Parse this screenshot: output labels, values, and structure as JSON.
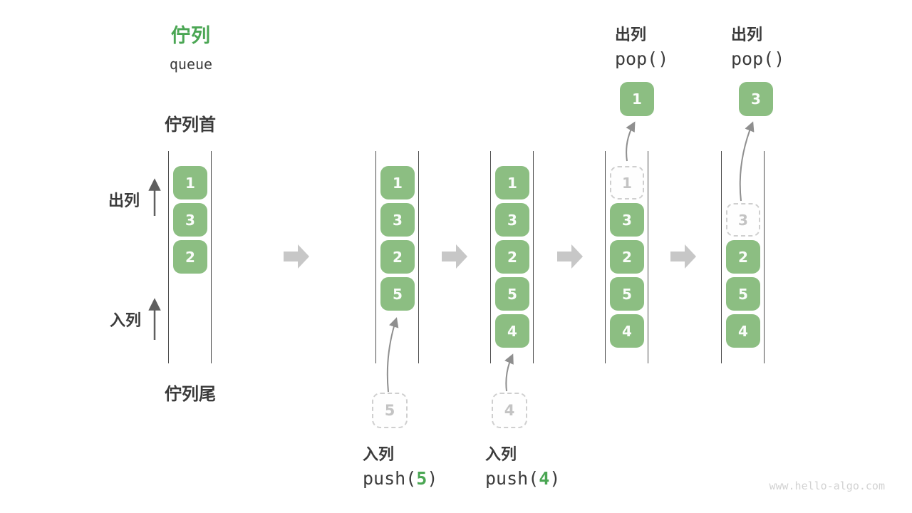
{
  "title": {
    "zh": "佇列",
    "en": "queue"
  },
  "labels": {
    "front": "佇列首",
    "rear": "佇列尾",
    "dequeue": "出列",
    "enqueue": "入列"
  },
  "colors": {
    "accent_green": "#4AA653",
    "cell_green": "#8CBE82",
    "text_dark": "#3B3B3B",
    "rail_line": "#4D4D4D",
    "dashed_border": "#CFCFCF",
    "flow_arrow_gray": "#C7C7C7",
    "thin_arrow_gray": "#8F8F8F"
  },
  "states": [
    {
      "cells": [
        "1",
        "3",
        "2"
      ]
    },
    {
      "cells": [
        "1",
        "3",
        "2",
        "5"
      ]
    },
    {
      "cells": [
        "1",
        "3",
        "2",
        "5",
        "4"
      ]
    },
    {
      "cells": [
        "1",
        "3",
        "2",
        "5",
        "4"
      ]
    },
    {
      "cells": [
        "3",
        "2",
        "5",
        "4"
      ]
    }
  ],
  "ops": [
    {
      "label": "入列",
      "fn": "push(",
      "arg": "5",
      "close": ")",
      "staged": "5"
    },
    {
      "label": "入列",
      "fn": "push(",
      "arg": "4",
      "close": ")",
      "staged": "4"
    },
    {
      "label": "出列",
      "code": "pop()",
      "popped": "1"
    },
    {
      "label": "出列",
      "code": "pop()",
      "popped": "3"
    }
  ],
  "watermark": "www.hello-algo.com"
}
